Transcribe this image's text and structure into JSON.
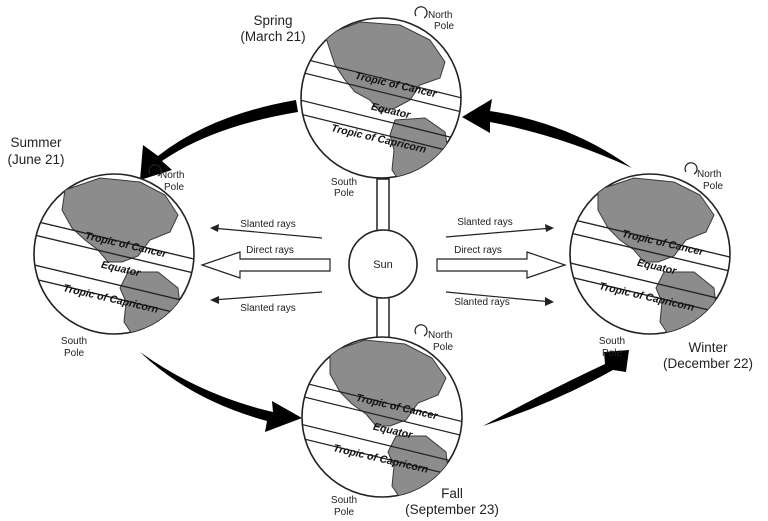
{
  "sun": {
    "label": "Sun"
  },
  "seasons": {
    "spring": {
      "name": "Spring",
      "date": "(March 21)"
    },
    "summer": {
      "name": "Summer",
      "date": "(June 21)"
    },
    "fall": {
      "name": "Fall",
      "date": "(September 23)"
    },
    "winter": {
      "name": "Winter",
      "date": "(December 22)"
    }
  },
  "poles": {
    "north_line1": "North",
    "south_line1": "South",
    "line2": "Pole"
  },
  "zones": {
    "cancer": "Tropic of Cancer",
    "equator": "Equator",
    "capricorn": "Tropic of Capricorn"
  },
  "rays": {
    "slanted": "Slanted rays",
    "direct": "Direct rays"
  }
}
